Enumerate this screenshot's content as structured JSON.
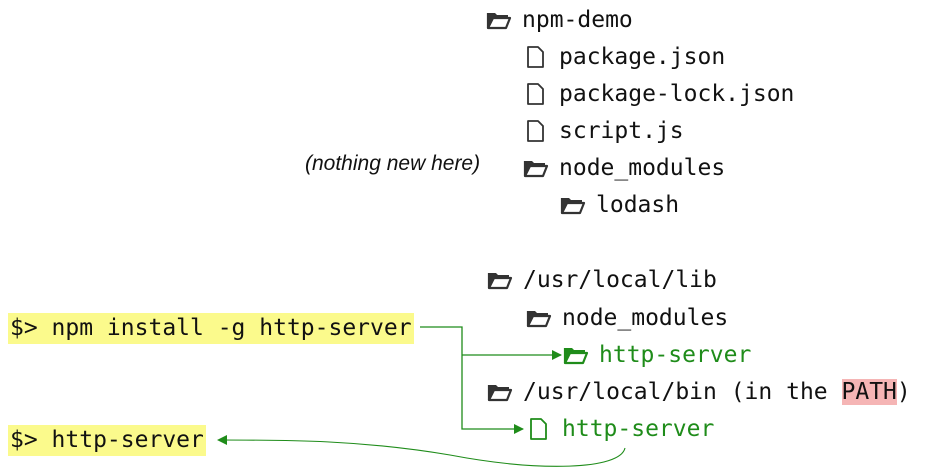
{
  "project_tree": {
    "root": "npm-demo",
    "files": [
      "package.json",
      "package-lock.json",
      "script.js"
    ],
    "node_modules": "node_modules",
    "node_modules_note": "(nothing new here)",
    "dependency": "lodash"
  },
  "global_tree": {
    "lib": "/usr/local/lib",
    "lib_node_modules": "node_modules",
    "installed_package": "http-server",
    "bin_prefix": "/usr/local/bin (in the ",
    "bin_path_word": "PATH",
    "bin_suffix": ")",
    "bin_executable": "http-server"
  },
  "commands": {
    "install": "$> npm install -g http-server",
    "run": "$> http-server"
  },
  "colors": {
    "green": "#1f8c1a",
    "command_highlight": "#fbfa8c",
    "path_highlight": "#f5b5b5",
    "folder": "#333333"
  }
}
